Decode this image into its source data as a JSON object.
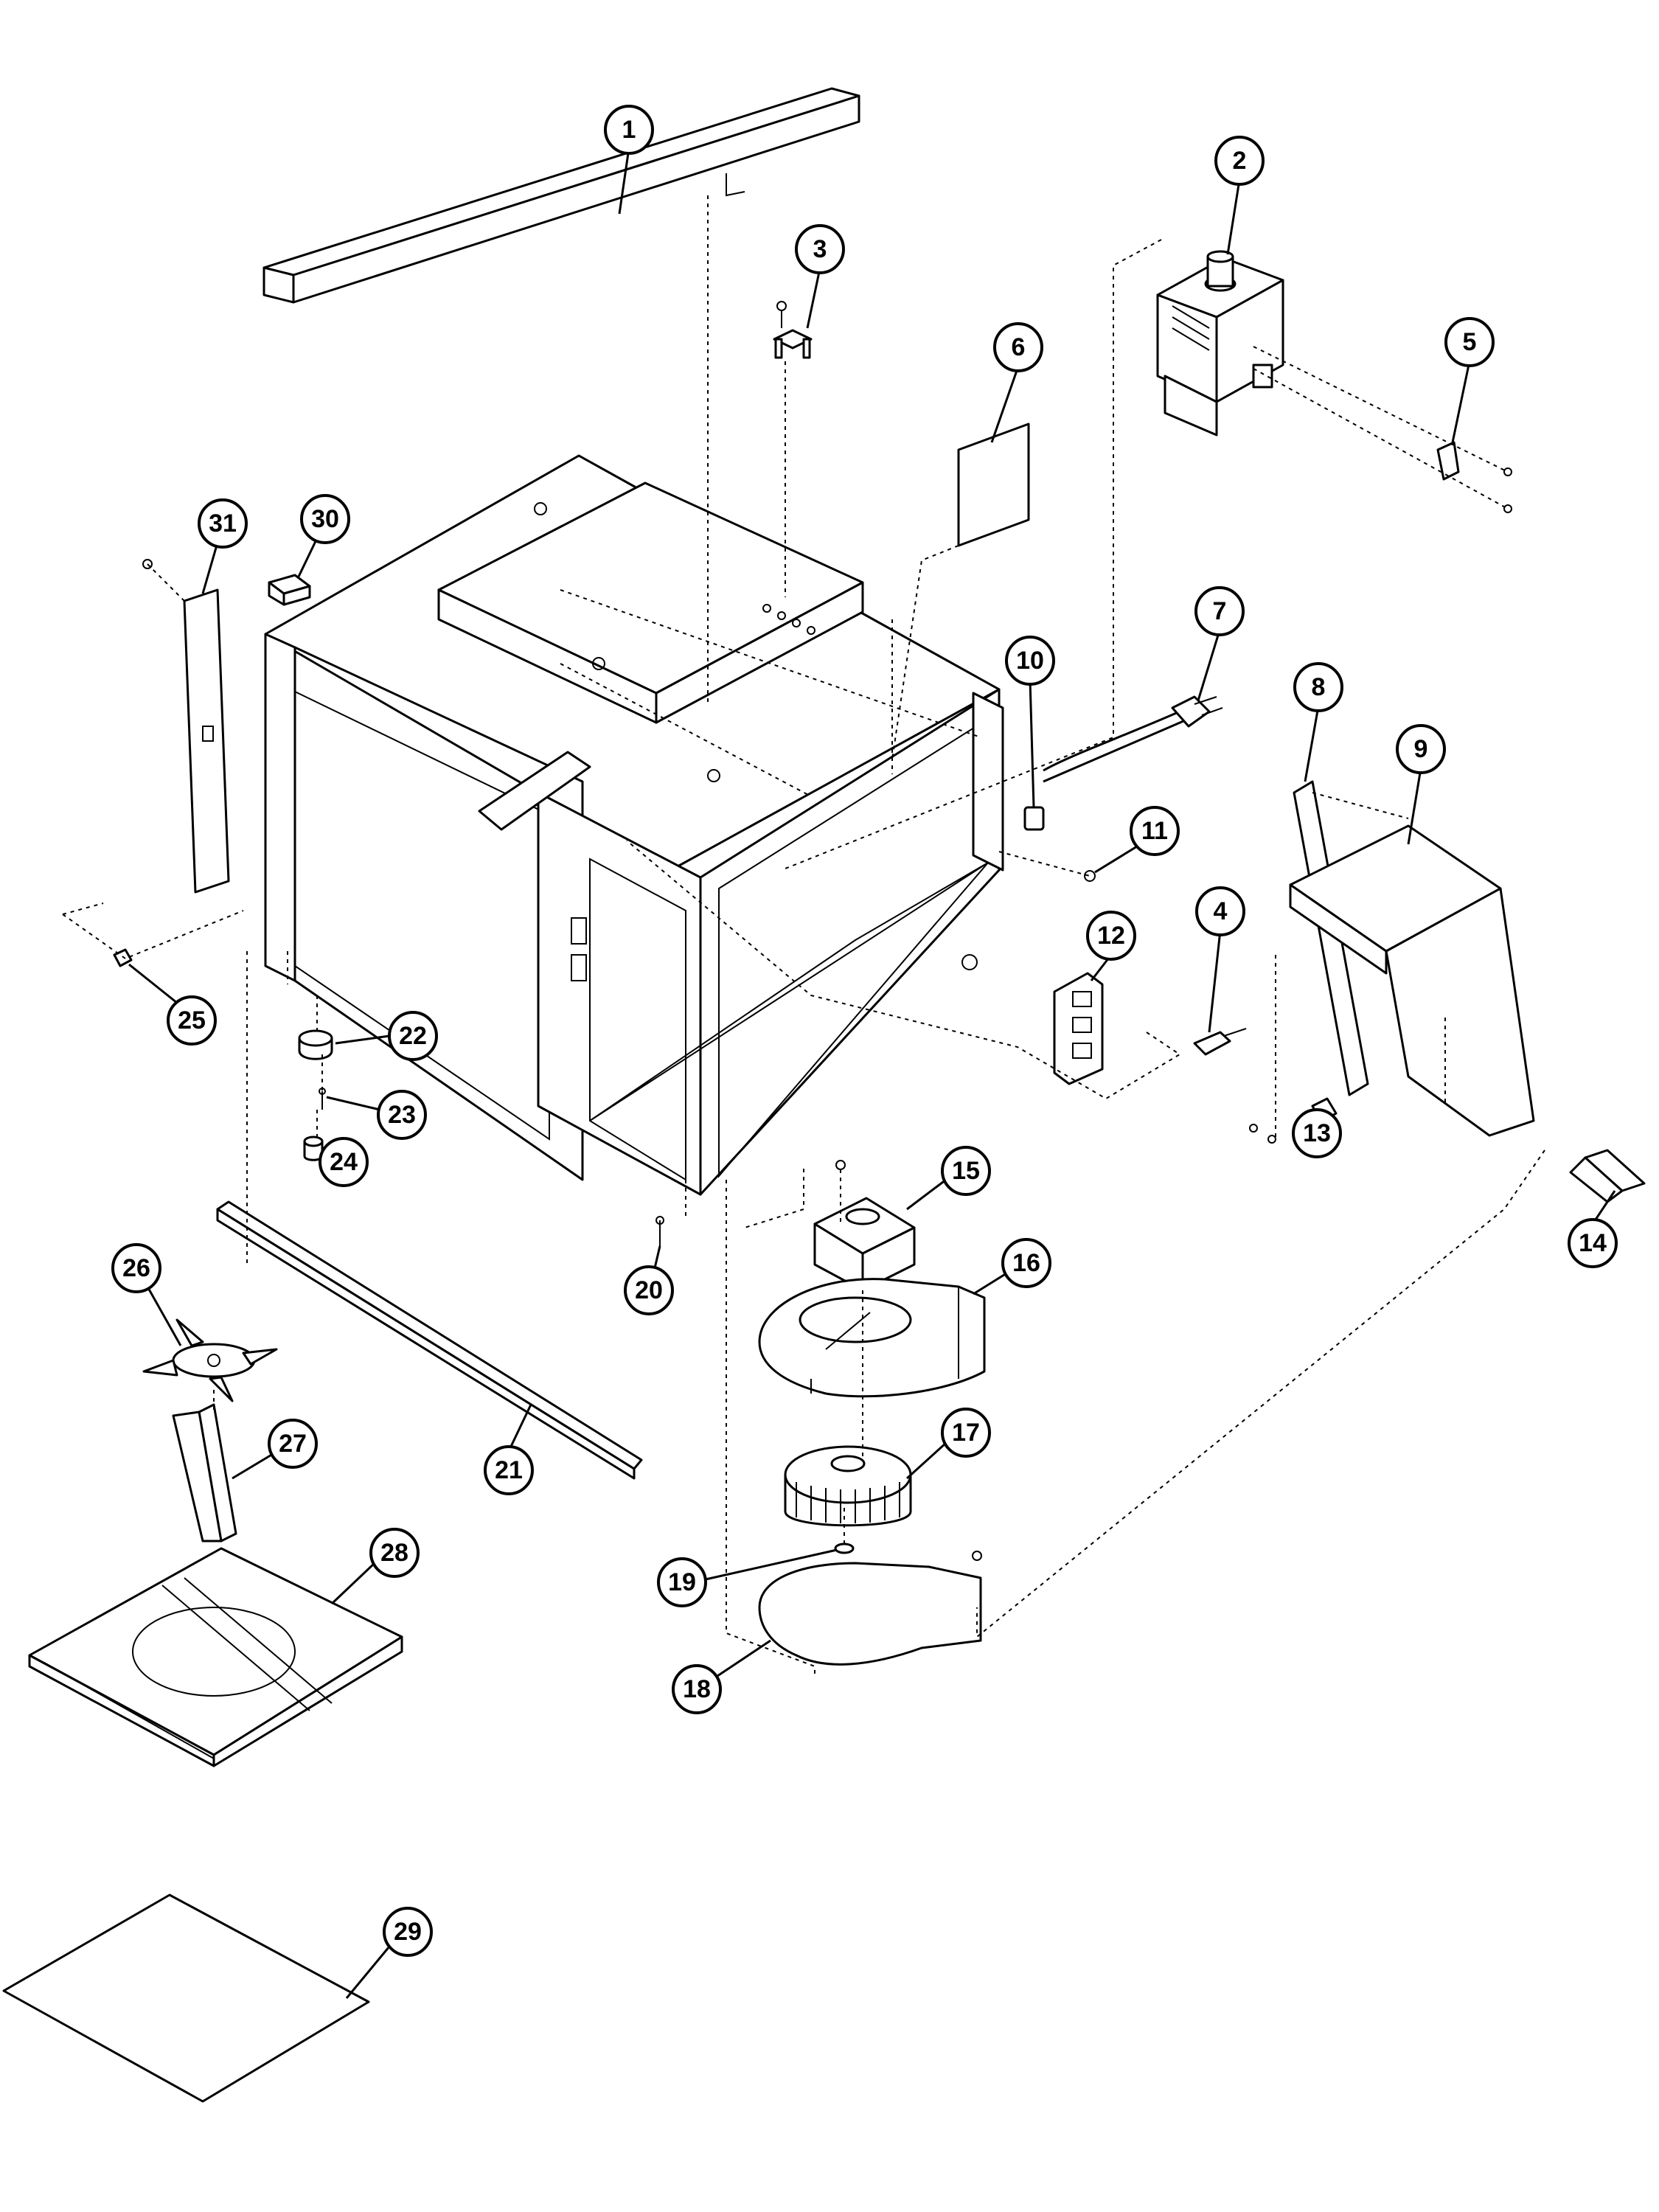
{
  "callouts": [
    {
      "id": "1",
      "label": "1"
    },
    {
      "id": "2",
      "label": "2"
    },
    {
      "id": "3",
      "label": "3"
    },
    {
      "id": "4",
      "label": "4"
    },
    {
      "id": "5",
      "label": "5"
    },
    {
      "id": "6",
      "label": "6"
    },
    {
      "id": "7",
      "label": "7"
    },
    {
      "id": "8",
      "label": "8"
    },
    {
      "id": "9",
      "label": "9"
    },
    {
      "id": "10",
      "label": "10"
    },
    {
      "id": "11",
      "label": "11"
    },
    {
      "id": "12",
      "label": "12"
    },
    {
      "id": "13",
      "label": "13"
    },
    {
      "id": "14",
      "label": "14"
    },
    {
      "id": "15",
      "label": "15"
    },
    {
      "id": "16",
      "label": "16"
    },
    {
      "id": "17",
      "label": "17"
    },
    {
      "id": "18",
      "label": "18"
    },
    {
      "id": "19",
      "label": "19"
    },
    {
      "id": "20",
      "label": "20"
    },
    {
      "id": "21",
      "label": "21"
    },
    {
      "id": "22",
      "label": "22"
    },
    {
      "id": "23",
      "label": "23"
    },
    {
      "id": "24",
      "label": "24"
    },
    {
      "id": "25",
      "label": "25"
    },
    {
      "id": "26",
      "label": "26"
    },
    {
      "id": "27",
      "label": "27"
    },
    {
      "id": "28",
      "label": "28"
    },
    {
      "id": "29",
      "label": "29"
    },
    {
      "id": "30",
      "label": "30"
    },
    {
      "id": "31",
      "label": "31"
    }
  ]
}
